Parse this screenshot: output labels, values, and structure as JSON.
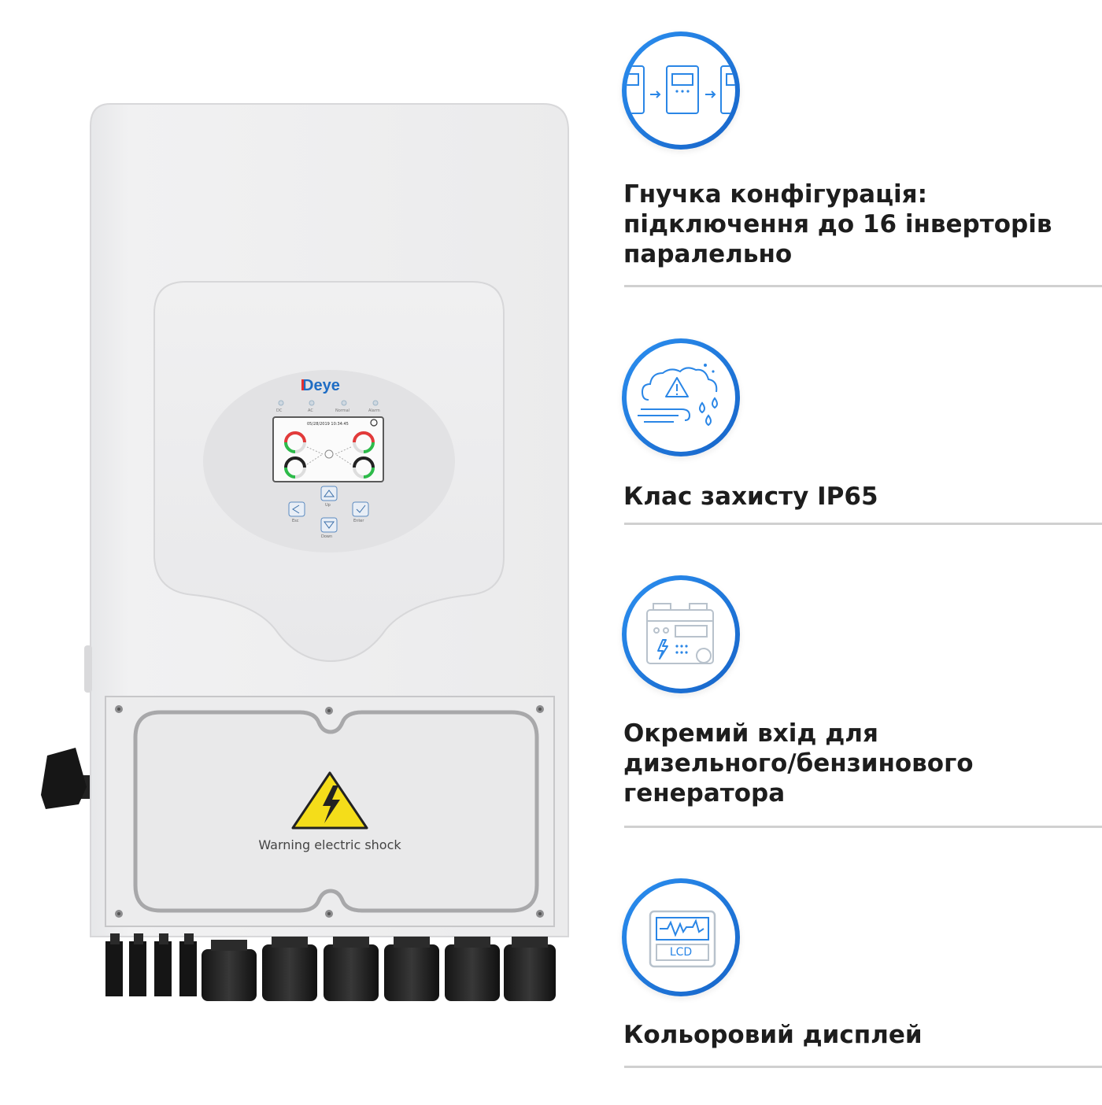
{
  "product": {
    "brand_logo": "Deye",
    "status_leds": [
      "DC",
      "AC",
      "Normal",
      "Alarm"
    ],
    "screen_datetime": "05/28/2019  10:34:45",
    "keypad": {
      "up": "Up",
      "down": "Down",
      "esc": "Esc",
      "enter": "Enter"
    },
    "warning_label": "Warning electric shock"
  },
  "features": [
    {
      "icon": "parallel-inverters-icon",
      "text": "Гнучка конфігурація:\nпідключення до 16 інверторів\nпаралельно"
    },
    {
      "icon": "weather-protection-icon",
      "text": "Клас захисту IP65"
    },
    {
      "icon": "generator-icon",
      "text": "Окремий вхід для\nдизельного/бензинового\nгенератора"
    },
    {
      "icon": "lcd-display-icon",
      "text": "Кольоровий дисплей",
      "icon_label": "LCD"
    }
  ],
  "colors": {
    "accent": "#1f7ae0",
    "icon_stroke": "#2a86e6",
    "divider": "#d0d0d0",
    "text": "#1d1d1d"
  }
}
